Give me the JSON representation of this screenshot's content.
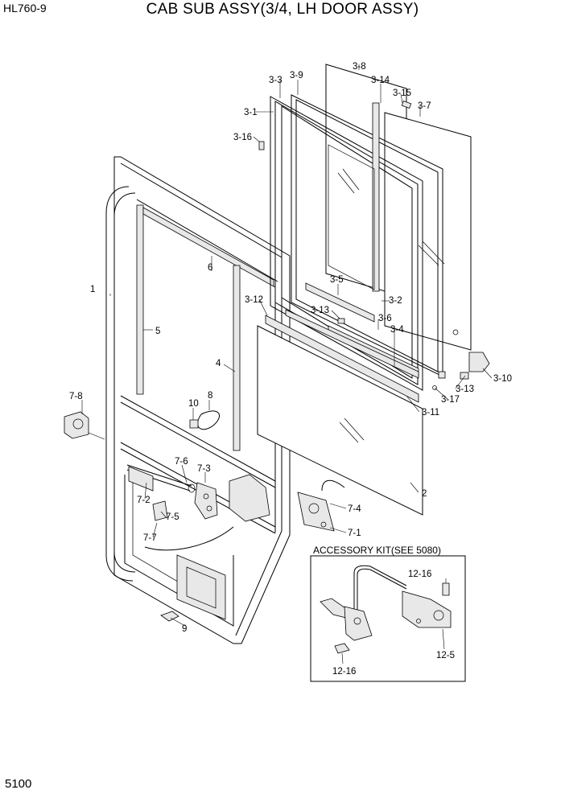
{
  "header": {
    "model": "HL760-9",
    "title": "CAB SUB ASSY(3/4, LH DOOR ASSY)"
  },
  "footer": {
    "page_number": "5100"
  },
  "accessory_kit": {
    "title": "ACCESSORY KIT(SEE 5080)"
  },
  "callouts": {
    "c1": "1",
    "c2": "2",
    "c3_1": "3-1",
    "c3_2": "3-2",
    "c3_3": "3-3",
    "c3_4": "3-4",
    "c3_5": "3-5",
    "c3_6": "3-6",
    "c3_7": "3-7",
    "c3_8": "3-8",
    "c3_9": "3-9",
    "c3_10": "3-10",
    "c3_11": "3-11",
    "c3_12": "3-12",
    "c3_13a": "3-13",
    "c3_13b": "3-13",
    "c3_14": "3-14",
    "c3_15": "3-15",
    "c3_16": "3-16",
    "c3_17": "3-17",
    "c4": "4",
    "c5": "5",
    "c6": "6",
    "c7_1": "7-1",
    "c7_2": "7-2",
    "c7_3": "7-3",
    "c7_4": "7-4",
    "c7_5": "7-5",
    "c7_6": "7-6",
    "c7_7": "7-7",
    "c7_8": "7-8",
    "c8": "8",
    "c9": "9",
    "c10": "10",
    "c12_5": "12-5",
    "c12_16a": "12-16",
    "c12_16b": "12-16"
  }
}
